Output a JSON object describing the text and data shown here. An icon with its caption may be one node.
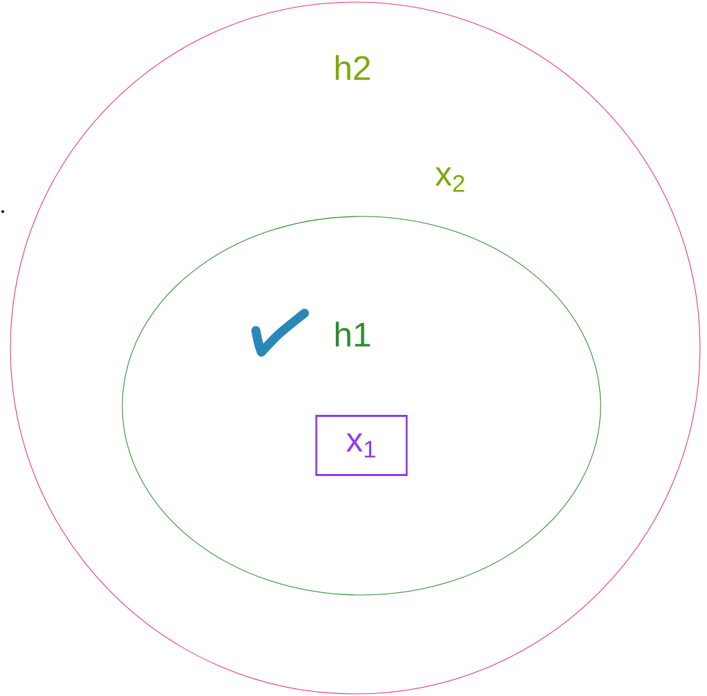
{
  "diagram": {
    "nodes": [
      {
        "text": [
          "h2",
          "x$_{2}$"
        ]
      },
      {
        "text": [
          "h1"
        ],
        "in": 0
      },
      {
        "text": [
          "x$_{1}$"
        ],
        "in": 1
      }
    ]
  }
}
